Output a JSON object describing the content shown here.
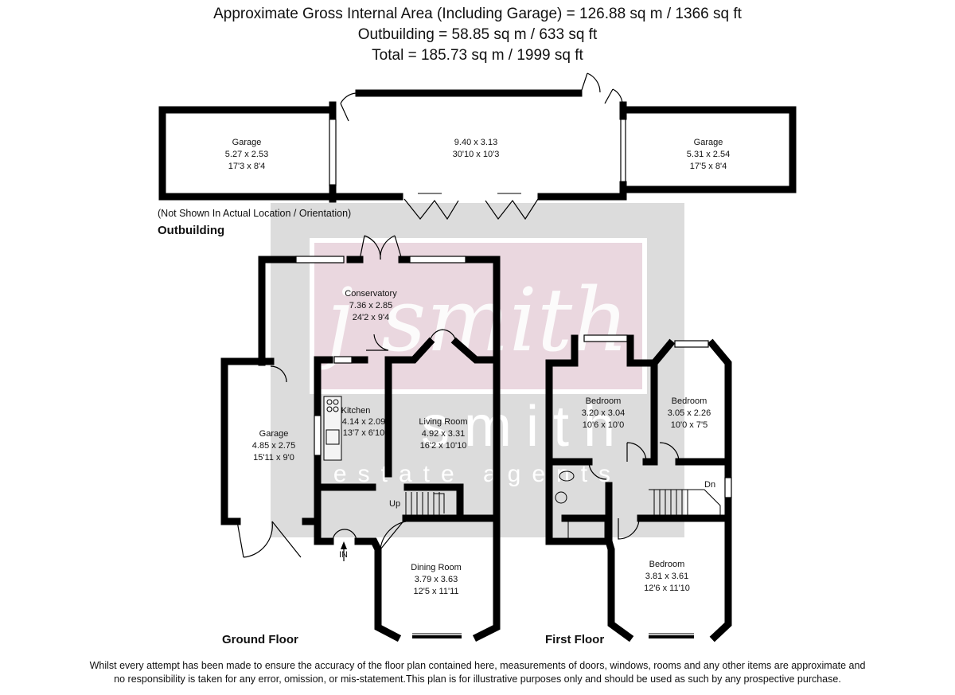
{
  "header": {
    "line1": "Approximate Gross Internal Area (Including Garage) = 126.88 sq m / 1366 sq ft",
    "line2": "Outbuilding = 58.85 sq m / 633 sq ft",
    "line3": "Total = 185.73 sq m / 1999 sq ft"
  },
  "outbuilding": {
    "note": "(Not Shown In Actual Location / Orientation)",
    "label": "Outbuilding",
    "garage_left": {
      "name": "Garage",
      "metric": "5.27 x 2.53",
      "imperial": "17'3 x 8'4"
    },
    "main_room": {
      "metric": "9.40 x 3.13",
      "imperial": "30'10 x 10'3"
    },
    "garage_right": {
      "name": "Garage",
      "metric": "5.31 x 2.54",
      "imperial": "17'5 x 8'4"
    }
  },
  "ground_floor": {
    "label": "Ground Floor",
    "conservatory": {
      "name": "Conservatory",
      "metric": "7.36 x 2.85",
      "imperial": "24'2 x 9'4"
    },
    "kitchen": {
      "name": "Kitchen",
      "metric": "4.14 x 2.09",
      "imperial": "13'7 x 6'10"
    },
    "living_room": {
      "name": "Living Room",
      "metric": "4.92 x 3.31",
      "imperial": "16'2 x 10'10"
    },
    "garage": {
      "name": "Garage",
      "metric": "4.85 x 2.75",
      "imperial": "15'11 x 9'0"
    },
    "dining_room": {
      "name": "Dining Room",
      "metric": "3.79 x 3.63",
      "imperial": "12'5 x 11'11"
    },
    "stairs_label": "Up",
    "entrance_label": "IN"
  },
  "first_floor": {
    "label": "First Floor",
    "bedroom_1": {
      "name": "Bedroom",
      "metric": "3.20 x 3.04",
      "imperial": "10'6 x 10'0"
    },
    "bedroom_2": {
      "name": "Bedroom",
      "metric": "3.05 x 2.26",
      "imperial": "10'0 x 7'5"
    },
    "bedroom_3": {
      "name": "Bedroom",
      "metric": "3.81 x 3.61",
      "imperial": "12'6 x 11'10"
    },
    "stairs_label": "Dn"
  },
  "watermark": {
    "script": "j smith",
    "word": "smith",
    "tagline": "estate agents"
  },
  "colors": {
    "wall": "#000000",
    "watermark_grey": "#dcdcdc",
    "watermark_pink": "#ead7df",
    "text": "#111111"
  },
  "disclaimer": {
    "line1": "Whilst every attempt has been made to ensure the accuracy of the floor plan contained here, measurements of doors, windows, rooms and any other items are approximate and",
    "line2": "no responsibility is taken for any error, omission, or mis-statement.This plan is for illustrative purposes only and should be used as such by any prospective purchase."
  }
}
